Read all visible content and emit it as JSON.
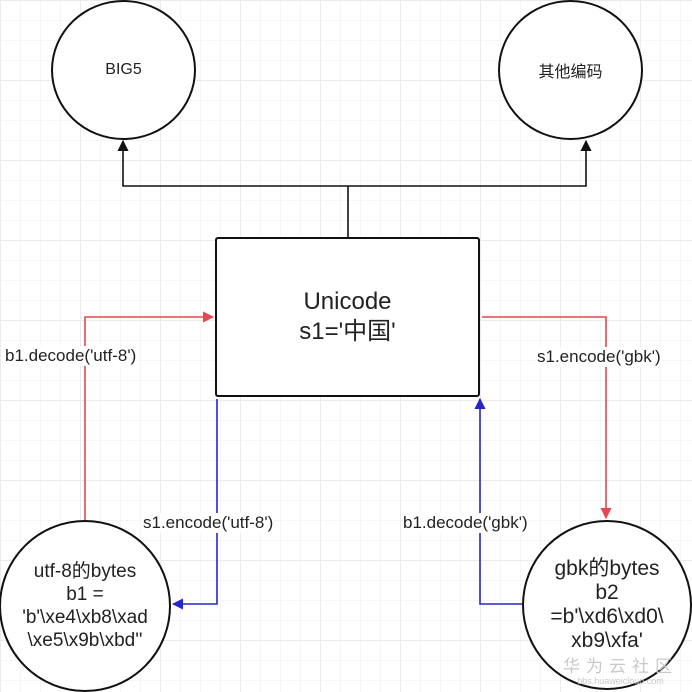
{
  "nodes": {
    "big5": "BIG5",
    "other": "其他编码",
    "unicode": {
      "line1": "Unicode",
      "line2": "s1='中国'"
    },
    "utf8_bytes": {
      "line1": "utf-8的bytes",
      "line2": "b1  =",
      "line3": "'b'\\xe4\\xb8\\xad",
      "line4": "\\xe5\\x9b\\xbd''"
    },
    "gbk_bytes": {
      "line1": "gbk的bytes",
      "line2": "b2",
      "line3": "=b'\\xd6\\xd0\\",
      "line4": "xb9\\xfa'"
    }
  },
  "edges": {
    "decode_utf8": "b1.decode('utf-8')",
    "encode_gbk": "s1.encode('gbk')",
    "encode_utf8": "s1.encode('utf-8')",
    "decode_gbk": "b1.decode('gbk')"
  },
  "colors": {
    "decode": "#e8474f",
    "encode": "#2626c8",
    "link": "#111111"
  },
  "watermark": {
    "main": "华为云社区",
    "sub": "bbs.huaweicloud.com"
  }
}
